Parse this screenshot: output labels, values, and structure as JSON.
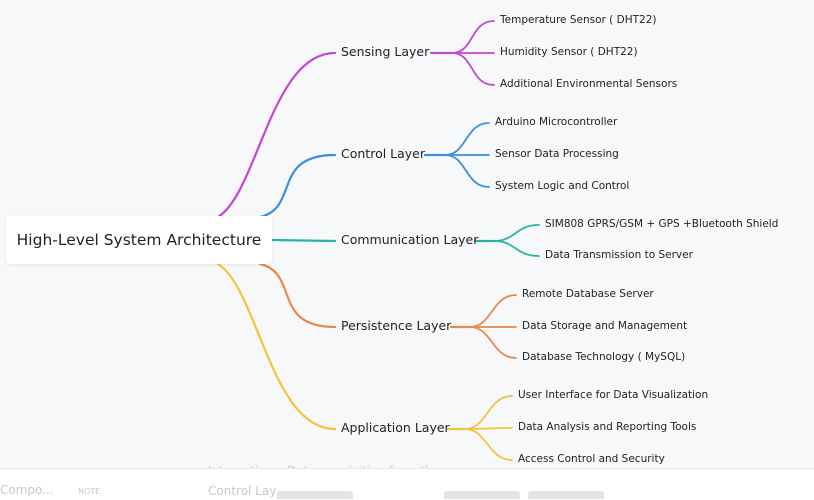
{
  "root": {
    "label": "High-Level System Architecture"
  },
  "layers": [
    {
      "label": "Sensing Layer",
      "color": "#c346d6",
      "children": [
        "Temperature Sensor ( DHT22)",
        "Humidity Sensor ( DHT22)",
        "Additional Environmental Sensors"
      ]
    },
    {
      "label": "Control Layer",
      "color": "#3b8fdc",
      "children": [
        "Arduino Microcontroller",
        "Sensor Data Processing",
        "System Logic and Control"
      ]
    },
    {
      "label": "Communication Layer",
      "color": "#29b3a6",
      "children": [
        "SIM808 GPRS/GSM + GPS +Bluetooth Shield",
        "Data Transmission to Server"
      ]
    },
    {
      "label": "Persistence Layer",
      "color": "#e8884a",
      "children": [
        "Remote Database Server",
        "Data Storage and Management",
        "Database Technology ( MySQL)"
      ]
    },
    {
      "label": "Application Layer",
      "color": "#f2c43d",
      "children": [
        "User Interface for Data Visualization",
        "Data Analysis and Reporting Tools",
        "Access Control and Security"
      ]
    }
  ],
  "background_fragments": {
    "line1": "Interactions: Data acquisition from the sensors",
    "line2": "Control Lay",
    "left_text": "Compo...",
    "left_small": "NOTE"
  }
}
